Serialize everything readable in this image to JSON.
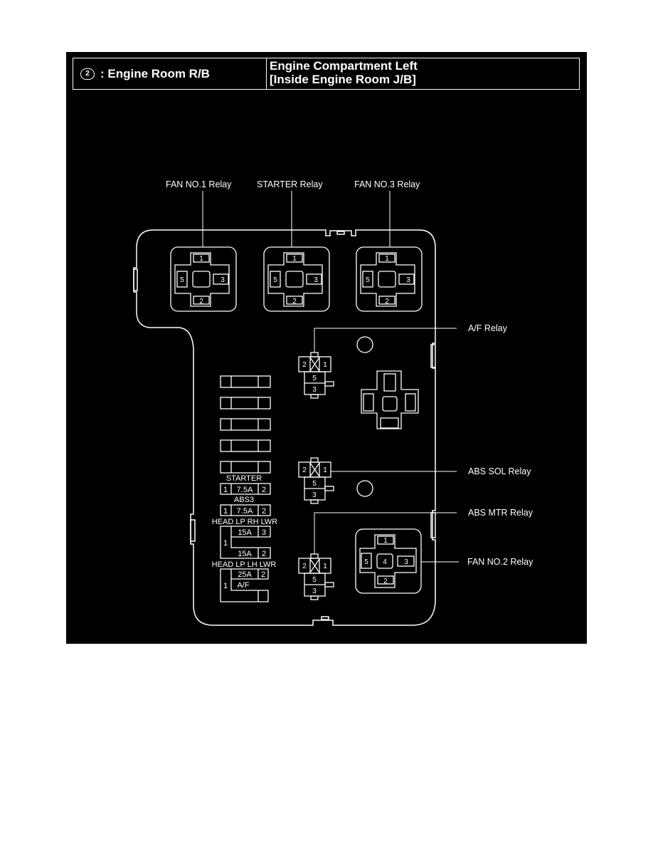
{
  "header": {
    "connector_number": "2",
    "title_left": ": Engine Room R/B",
    "title_right_line1": "Engine Compartment Left",
    "title_right_line2": "[Inside Engine Room J/B]"
  },
  "colors": {
    "background": "#000000",
    "lines": "#ffffff",
    "page": "#ffffff"
  },
  "relays": {
    "fan1": {
      "label": "FAN NO.1 Relay",
      "pins": [
        "1",
        "5",
        "3",
        "2"
      ]
    },
    "starter": {
      "label": "STARTER Relay",
      "pins": [
        "1",
        "5",
        "3",
        "2"
      ]
    },
    "fan3": {
      "label": "FAN NO.3 Relay",
      "pins": [
        "1",
        "5",
        "3",
        "2"
      ]
    },
    "af": {
      "label": "A/F Relay",
      "pins": [
        "2",
        "1",
        "5",
        "3"
      ]
    },
    "abs_sol": {
      "label": "ABS SOL Relay",
      "pins": [
        "2",
        "1",
        "5",
        "3"
      ]
    },
    "abs_mtr": {
      "label": "ABS MTR Relay",
      "pins": [
        "2",
        "1",
        "5",
        "3"
      ]
    },
    "fan2": {
      "label": "FAN NO.2 Relay",
      "pins": [
        "1",
        "5",
        "4",
        "3",
        "2"
      ]
    }
  },
  "fuses": {
    "starter": {
      "name": "STARTER",
      "pin_left": "1",
      "rating": "7.5A",
      "pin_right": "2"
    },
    "abs3": {
      "name": "ABS3",
      "pin_left": "1",
      "rating": "7.5A",
      "pin_right": "2"
    },
    "head_rh": {
      "name": "HEAD LP RH LWR",
      "pin_common": "1",
      "rating_top": "15A",
      "pin_top": "3",
      "rating_bottom": "15A",
      "pin_bottom": "2"
    },
    "head_lh": {
      "name": "HEAD LP LH LWR",
      "pin_common": "1",
      "rating_top": "25A",
      "pin_top": "2",
      "sub_label": "A/F"
    }
  }
}
